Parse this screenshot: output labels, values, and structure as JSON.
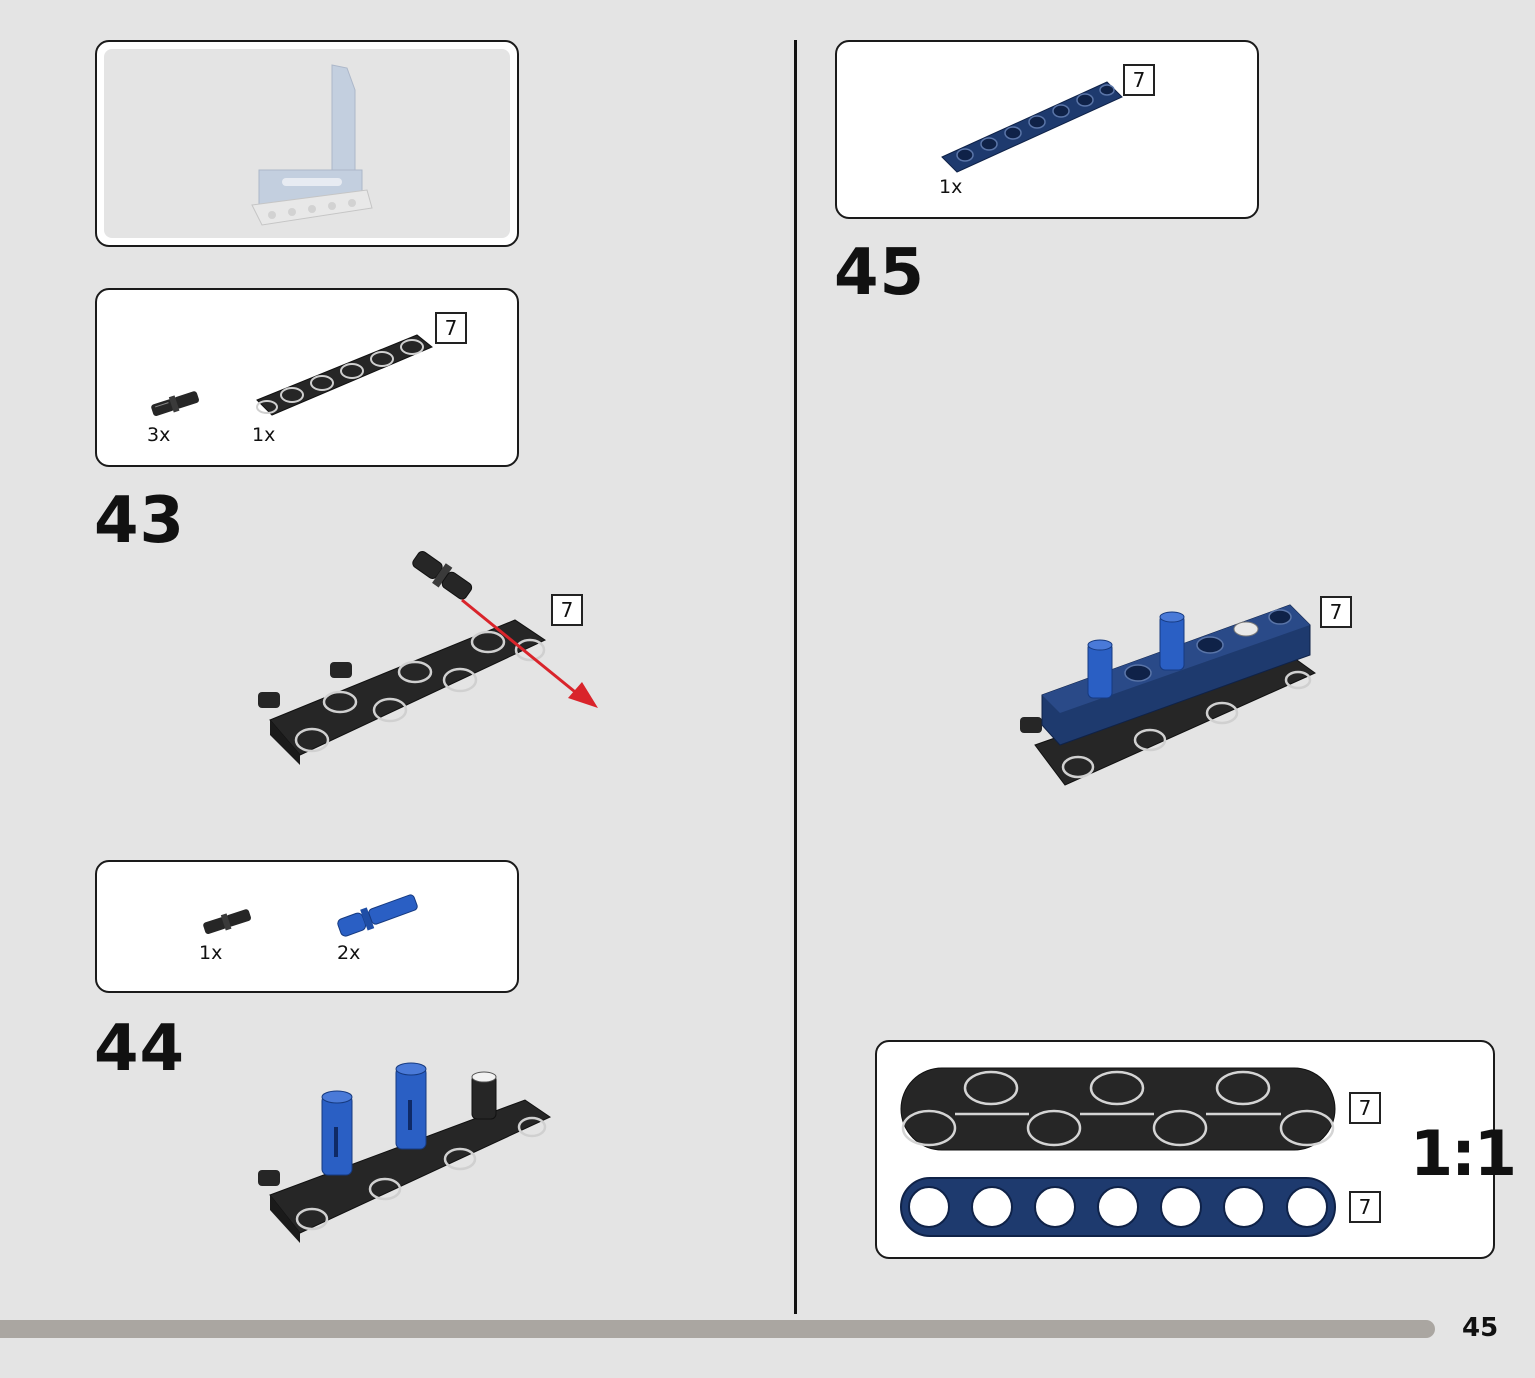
{
  "page": {
    "number": "45"
  },
  "preview_box": {
    "label": "previous-assembly"
  },
  "steps": [
    {
      "number": "43",
      "parts": [
        {
          "qty": "3x",
          "part": "black-friction-pin"
        },
        {
          "qty": "1x",
          "part": "black-beam",
          "length": "7"
        }
      ],
      "callout_length": "7"
    },
    {
      "number": "44",
      "parts": [
        {
          "qty": "1x",
          "part": "black-friction-pin"
        },
        {
          "qty": "2x",
          "part": "blue-long-pin"
        }
      ]
    },
    {
      "number": "45",
      "parts": [
        {
          "qty": "1x",
          "part": "dark-blue-beam",
          "length": "7"
        }
      ],
      "callout_length": "7"
    }
  ],
  "scale_box": {
    "ratio": "1:1",
    "black_beam_length": "7",
    "blue_beam_length": "7"
  },
  "colors": {
    "background": "#e4e4e4",
    "black_part": "#262626",
    "dark_blue": "#1e3a6e",
    "bright_blue": "#2a5fc4",
    "arrow_red": "#d9242b",
    "footer_bar": "#aaa6a1"
  }
}
